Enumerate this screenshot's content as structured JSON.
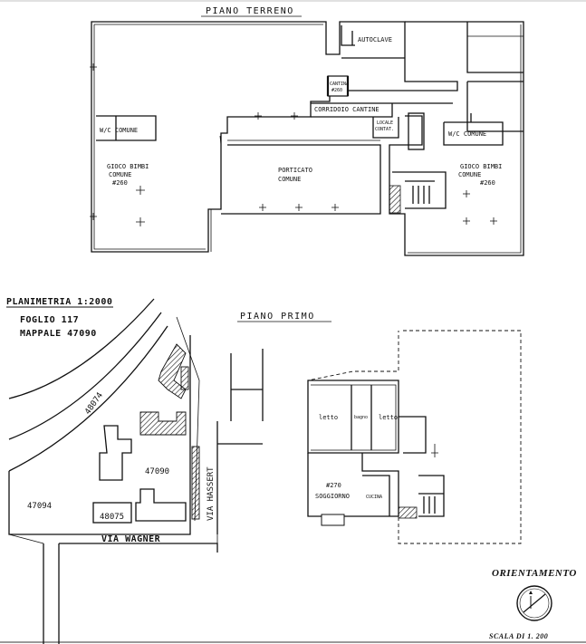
{
  "ground_floor": {
    "title": "PIANO TERRENO",
    "labels": {
      "autoclave": "AUTOCLAVE",
      "cantina": "CANTINA\n#260",
      "corridoio": "CORRIDOIO CANTINE",
      "locale_contatori": "LOCALE\nCONTAT.",
      "wc_left": "W/C COMUNE",
      "wc_right": "W/C COMUNE",
      "gioco_left": "GIOCO BIMBI\nCOMUNE\n#260",
      "gioco_right": "GIOCO BIMBI\nCOMUNE\n#260",
      "porticato": "PORTICATO\nCOMUNE"
    }
  },
  "site_plan": {
    "title": "PLANIMETRIA 1:2000",
    "foglio": "FOGLIO 117",
    "mappale": "MAPPALE 47090",
    "parcels": {
      "p1": "48074",
      "p2": "47090",
      "p3": "47094",
      "p4": "48075"
    },
    "streets": {
      "wagner": "VIA WAGNER",
      "hassert": "VIA HASSERT"
    }
  },
  "first_floor": {
    "title": "PIANO PRIMO",
    "labels": {
      "letto1": "letto",
      "bagno": "bagno",
      "letto2": "letto",
      "soggiorno": "#270\nSOGGIORNO",
      "cucina": "CUCINA"
    }
  },
  "legend": {
    "orientation": "ORIENTAMENTO",
    "scale": "SCALA DI 1. 200"
  }
}
